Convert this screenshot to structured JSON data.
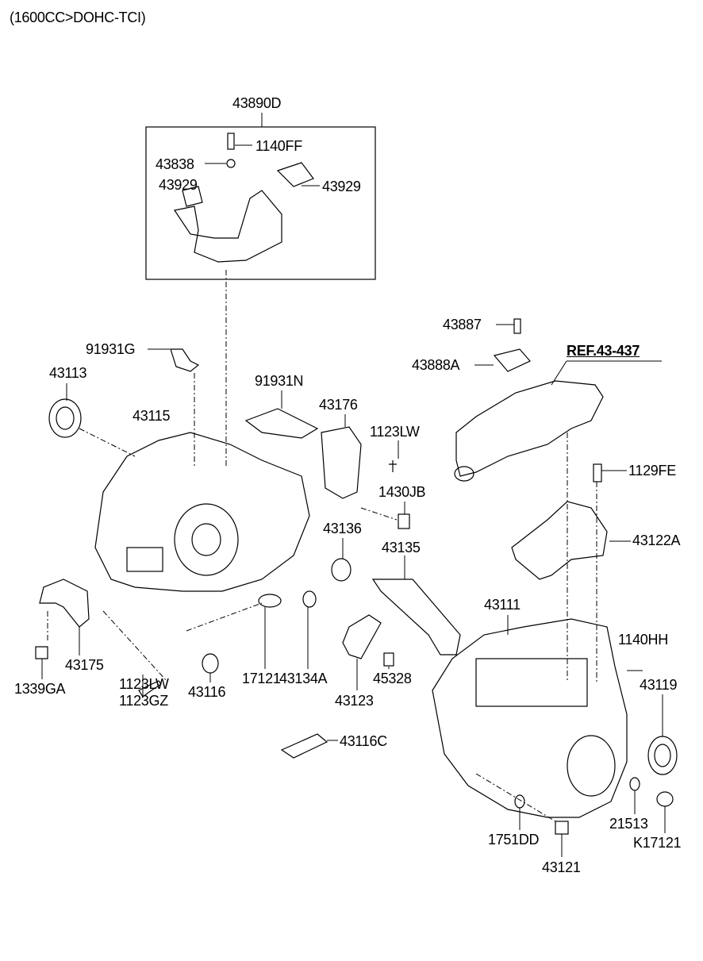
{
  "title": "(1600CC>DOHC-TCI)",
  "labels": {
    "p43890D": "43890D",
    "p1140FF": "1140FF",
    "p43838": "43838",
    "p43929_left": "43929",
    "p43929_right": "43929",
    "p43887": "43887",
    "ref": "REF.43-437",
    "p43888A": "43888A",
    "p91931G": "91931G",
    "p43113": "43113",
    "p91931N": "91931N",
    "p43115": "43115",
    "p43176": "43176",
    "p1123LW_a": "1123LW",
    "p1129FE": "1129FE",
    "p1430JB": "1430JB",
    "p43136": "43136",
    "p43122A": "43122A",
    "p43135": "43135",
    "p43111": "43111",
    "p1140HH": "1140HH",
    "p17121": "17121",
    "p43134A": "43134A",
    "p43175": "43175",
    "p1339GA": "1339GA",
    "p1123LW_b": "1123LW",
    "p1123GZ": "1123GZ",
    "p43116": "43116",
    "p45328": "45328",
    "p43123": "43123",
    "p43119": "43119",
    "p43116C": "43116C",
    "p21513": "21513",
    "p1751DD": "1751DD",
    "pK17121": "K17121",
    "p43121": "43121"
  }
}
